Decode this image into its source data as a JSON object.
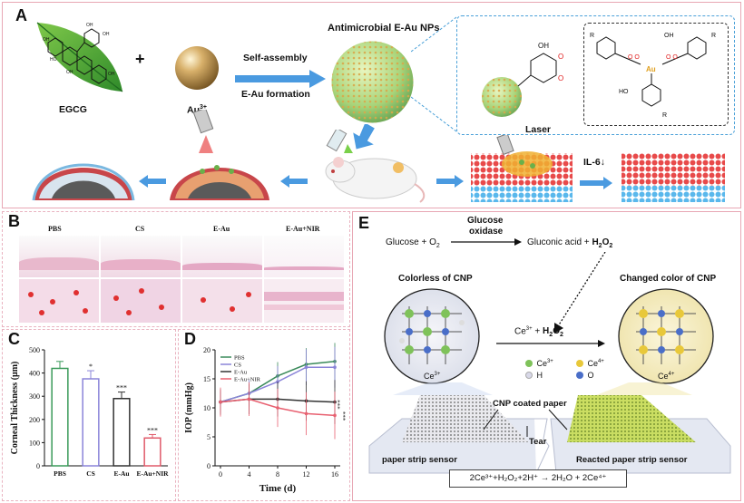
{
  "panelA": {
    "letter": "A",
    "egcg": "EGCG",
    "plus": "+",
    "au": "Au",
    "au_sup": "3+",
    "self_assembly": "Self-assembly",
    "formation": "E-Au formation",
    "np_title": "Antimicrobial E-Au NPs",
    "laser": "Laser",
    "il6": "IL-6↓",
    "r_label": "R",
    "au_label": "Au"
  },
  "panelB": {
    "letter": "B",
    "groups": [
      "PBS",
      "CS",
      "E-Au",
      "E-Au+NIR"
    ]
  },
  "panelC": {
    "letter": "C",
    "chart_data": {
      "type": "bar",
      "categories": [
        "PBS",
        "CS",
        "E-Au",
        "E-Au+NIR"
      ],
      "values": [
        420,
        375,
        290,
        120
      ],
      "errors": [
        30,
        35,
        28,
        15
      ],
      "significance": [
        "",
        "*",
        "***",
        "***"
      ],
      "ylabel": "Corneal Thickness (μm)",
      "ylim": [
        0,
        500
      ],
      "yticks": [
        0,
        100,
        200,
        300,
        400,
        500
      ],
      "colors": [
        "#3a9a5a",
        "#8a84d8",
        "#333333",
        "#e05a6a"
      ]
    }
  },
  "panelD": {
    "letter": "D",
    "chart_data": {
      "type": "line",
      "x": [
        0,
        4,
        8,
        12,
        16
      ],
      "xlabel": "Time (d)",
      "ylabel": "IOP (mmHg)",
      "ylim": [
        0,
        20
      ],
      "yticks": [
        0,
        5,
        10,
        15,
        20
      ],
      "xticks": [
        0,
        4,
        8,
        12,
        16
      ],
      "legend_position": "top-left",
      "series": [
        {
          "name": "PBS",
          "color": "#3a8a5a",
          "values": [
            11,
            12.5,
            15.5,
            17.5,
            18
          ]
        },
        {
          "name": "CS",
          "color": "#8a84d8",
          "values": [
            11,
            12.5,
            14.5,
            17,
            17
          ]
        },
        {
          "name": "E-Au",
          "color": "#333333",
          "values": [
            11,
            11.5,
            11.5,
            11.2,
            11
          ]
        },
        {
          "name": "E-Au+NIR",
          "color": "#e86070",
          "values": [
            11,
            11.5,
            10,
            9,
            8.7
          ]
        }
      ],
      "annotations": [
        "***",
        "***"
      ]
    }
  },
  "panelE": {
    "letter": "E",
    "glucose_o2": "Glucose + O",
    "o2_sub": "2",
    "enzyme_line1": "Glucose",
    "enzyme_line2": "oxidase",
    "product": "Gluconic acid + ",
    "h2o2": "H",
    "h2o2_2": "O",
    "colorless": "Colorless of CNP",
    "changed": "Changed color of CNP",
    "reaction": "Ce",
    "reaction_sup": "3+",
    "reaction_plus": " + ",
    "ce3": "Ce",
    "ce3_sup": "3+",
    "ce4": "Ce",
    "ce4_sup": "4+",
    "legend": [
      {
        "label": "Ce",
        "sup": "3+",
        "color": "#7fc25a"
      },
      {
        "label": "Ce",
        "sup": "4+",
        "color": "#e8c83a"
      },
      {
        "label": "H",
        "sup": "",
        "color": "#d8d8e8"
      },
      {
        "label": "O",
        "sup": "",
        "color": "#4a6ec8"
      }
    ],
    "cnp_paper": "CNP coated paper",
    "tear": "Tear",
    "sensor_left": "paper strip sensor",
    "sensor_right": "Reacted paper strip sensor",
    "equation": "2Ce³⁺+H₂O₂+2H⁺ → 2H₂O + 2Ce⁴⁺"
  }
}
